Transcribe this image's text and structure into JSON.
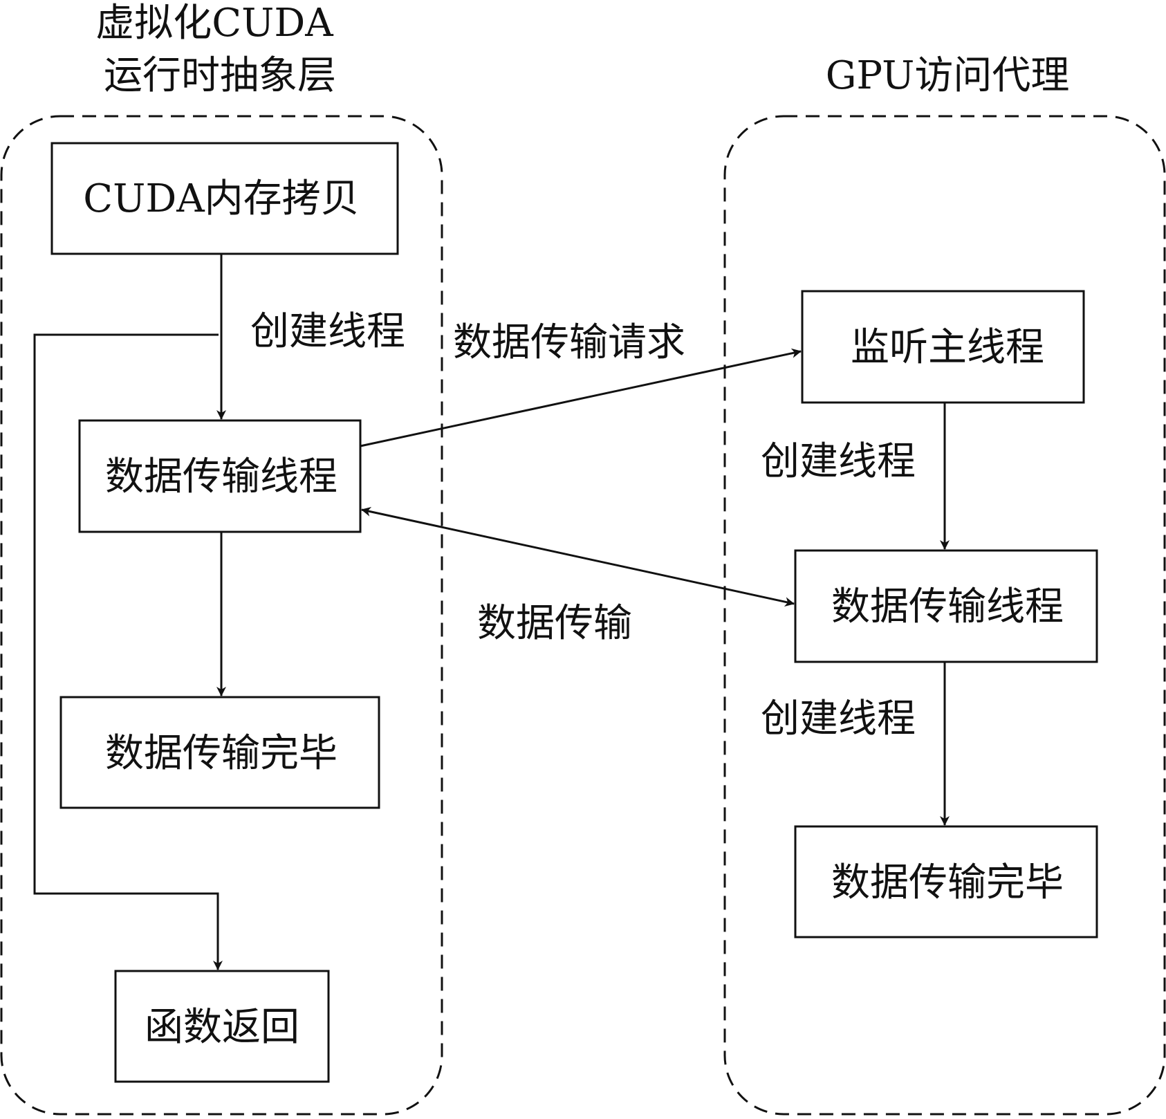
{
  "left_group": {
    "title_line1": "虚拟化CUDA",
    "title_line2": "运行时抽象层",
    "boxes": {
      "memcpy": "CUDA内存拷贝",
      "transfer_thread": "数据传输线程",
      "transfer_done": "数据传输完毕",
      "func_return": "函数返回"
    },
    "edge_label_create_thread": "创建线程"
  },
  "right_group": {
    "title": "GPU访问代理",
    "boxes": {
      "listen_main": "监听主线程",
      "transfer_thread": "数据传输线程",
      "transfer_done": "数据传输完毕"
    },
    "edge_label_create_thread_1": "创建线程",
    "edge_label_create_thread_2": "创建线程"
  },
  "cross_edges": {
    "request_label": "数据传输请求",
    "transfer_label": "数据传输"
  }
}
